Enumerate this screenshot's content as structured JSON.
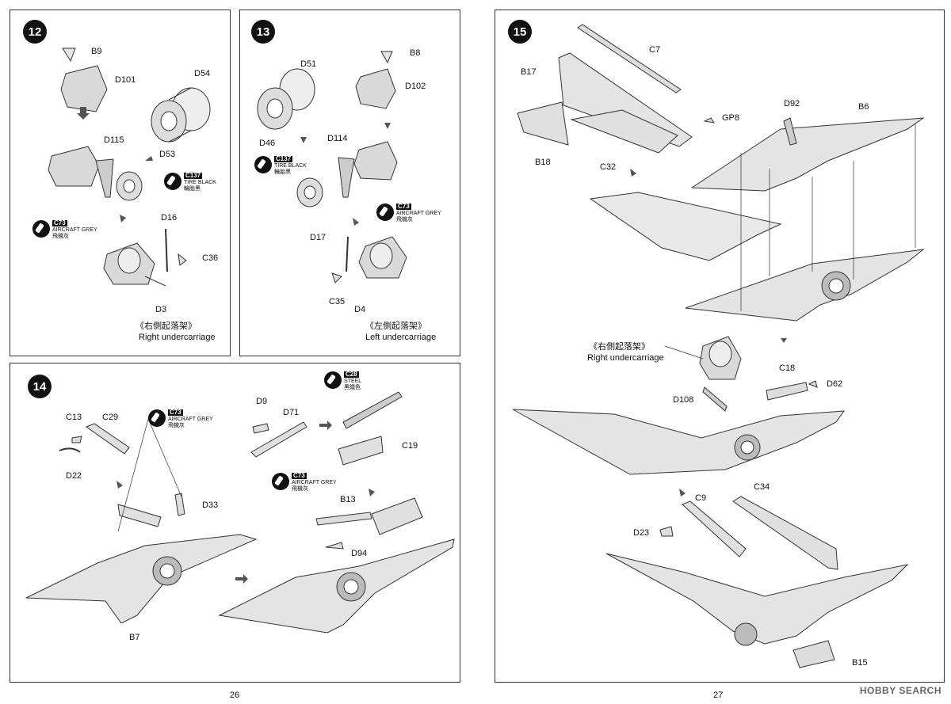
{
  "step12": {
    "number": "12",
    "labels": [
      "B9",
      "D101",
      "D54",
      "D53",
      "D115",
      "D16",
      "C36",
      "D3"
    ],
    "paint_tire": {
      "code": "C137",
      "name": "TIRE BLACK",
      "name_zh": "輪胎黑"
    },
    "paint_grey": {
      "code": "C73",
      "name": "AIRCRAFT GREY",
      "name_zh": "飛機灰"
    },
    "caption_zh": "《右側起落架》",
    "caption_en": "Right undercarriage"
  },
  "step13": {
    "number": "13",
    "labels": [
      "D51",
      "B8",
      "D102",
      "D46",
      "D114",
      "D17",
      "C35",
      "D4"
    ],
    "paint_tire": {
      "code": "C137",
      "name": "TIRE BLACK",
      "name_zh": "輪胎黑"
    },
    "paint_grey": {
      "code": "C73",
      "name": "AIRCRAFT GREY",
      "name_zh": "飛機灰"
    },
    "caption_zh": "《左側起落架》",
    "caption_en": "Left undercarriage"
  },
  "step14": {
    "number": "14",
    "labels": [
      "C13",
      "C29",
      "D22",
      "D33",
      "B7",
      "D9",
      "D71",
      "C19",
      "B13",
      "D94"
    ],
    "paint_grey_1": {
      "code": "C73",
      "name": "AIRCRAFT GREY",
      "name_zh": "飛機灰"
    },
    "paint_steel": {
      "code": "C28",
      "name": "STEEL",
      "name_zh": "黑鐵色"
    },
    "paint_grey_2": {
      "code": "C73",
      "name": "AIRCRAFT GREY",
      "name_zh": "飛機灰"
    }
  },
  "step15": {
    "number": "15",
    "labels": [
      "C7",
      "B17",
      "GP8",
      "D92",
      "B6",
      "B18",
      "C32",
      "C18",
      "D62",
      "D108",
      "C9",
      "C34",
      "D23",
      "B15"
    ],
    "caption_zh": "《右側起落架》",
    "caption_en": "Right undercarriage"
  },
  "pages": {
    "left": "26",
    "right": "27"
  },
  "watermark": "HOBBY SEARCH",
  "colors": {
    "line": "#333333",
    "part": "#d9d9d9",
    "ink": "#111111"
  }
}
